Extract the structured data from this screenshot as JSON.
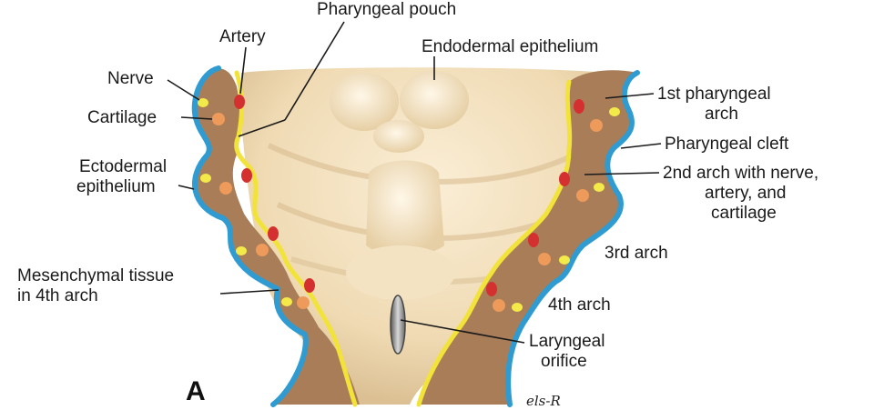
{
  "labels": {
    "pharyngeal_pouch": "Pharyngeal pouch",
    "artery": "Artery",
    "endodermal_epithelium": "Endodermal epithelium",
    "nerve": "Nerve",
    "cartilage": "Cartilage",
    "ectodermal_line1": "Ectodermal",
    "ectodermal_line2": "epithelium",
    "first_arch_line1": "1st pharyngeal",
    "first_arch_line2": "arch",
    "pharyngeal_cleft": "Pharyngeal cleft",
    "second_arch_line1": "2nd arch with nerve,",
    "second_arch_line2": "artery, and",
    "second_arch_line3": "cartilage",
    "third_arch": "3rd arch",
    "mesenchymal_line1": "Mesenchymal tissue",
    "mesenchymal_line2": "in 4th arch",
    "fourth_arch": "4th arch",
    "laryngeal_line1": "Laryngeal",
    "laryngeal_line2": "orifice"
  },
  "panel_letter": "A",
  "signature": "els-R",
  "colors": {
    "floor": "#f1ddb9",
    "mesenchyme": "#a87d58",
    "endoderm": "#f2e33a",
    "ectoderm": "#2f9bd0",
    "artery": "#d43030",
    "nerve": "#f3ea4a",
    "cartilage": "#ee9a5a"
  }
}
